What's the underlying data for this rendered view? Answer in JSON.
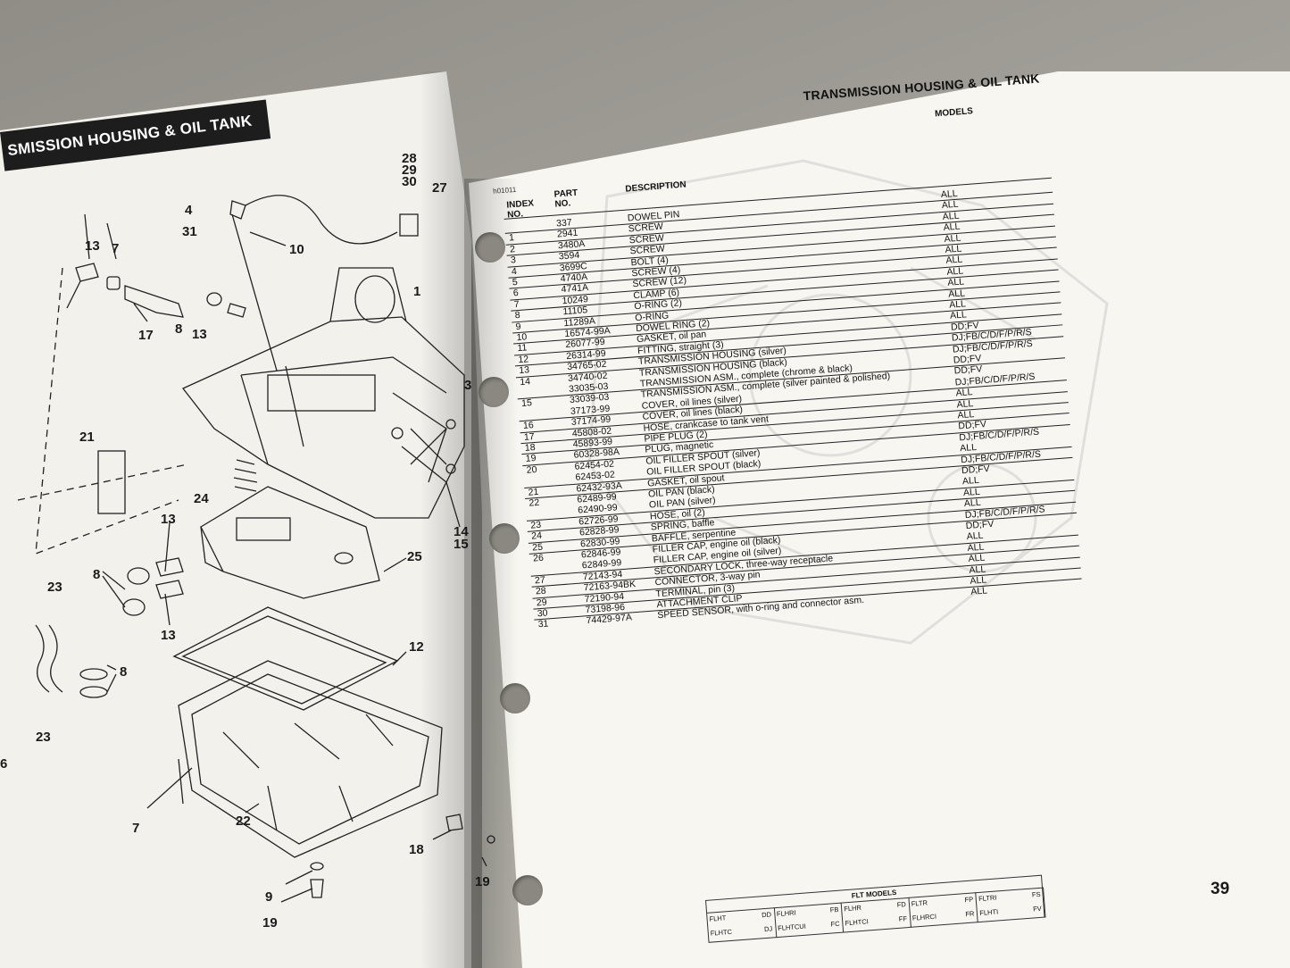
{
  "left_page": {
    "header": "SMISSION HOUSING & OIL TANK",
    "header_top": "TRANSMISSION HOUSING & OIL TANK",
    "callouts": [
      "28",
      "29",
      "30",
      "27",
      "4",
      "31",
      "10",
      "13",
      "7",
      "1",
      "17",
      "8",
      "13",
      "21",
      "24",
      "13",
      "8",
      "13",
      "23",
      "25",
      "12",
      "23",
      "8",
      "14",
      "15",
      "7",
      "22",
      "18",
      "9",
      "19",
      "19",
      "6",
      "3"
    ]
  },
  "right_page": {
    "title": "TRANSMISSION HOUSING & OIL TANK",
    "drawing_code": "h01011",
    "columns": {
      "index": "INDEX NO.",
      "part": "PART NO.",
      "description": "DESCRIPTION",
      "models": "MODELS"
    },
    "rows": [
      {
        "index": "",
        "part": "337",
        "desc": "DOWEL PIN",
        "models": "ALL"
      },
      {
        "index": "1",
        "part": "2941",
        "desc": "SCREW",
        "models": "ALL"
      },
      {
        "index": "2",
        "part": "3480A",
        "desc": "SCREW",
        "models": "ALL"
      },
      {
        "index": "3",
        "part": "3594",
        "desc": "SCREW",
        "models": "ALL"
      },
      {
        "index": "4",
        "part": "3699C",
        "desc": "BOLT (4)",
        "models": "ALL"
      },
      {
        "index": "5",
        "part": "4740A",
        "desc": "SCREW (4)",
        "models": "ALL"
      },
      {
        "index": "6",
        "part": "4741A",
        "desc": "SCREW (12)",
        "models": "ALL"
      },
      {
        "index": "7",
        "part": "10249",
        "desc": "CLAMP (6)",
        "models": "ALL"
      },
      {
        "index": "8",
        "part": "11105",
        "desc": "O-RING (2)",
        "models": "ALL"
      },
      {
        "index": "9",
        "part": "11289A",
        "desc": "O-RING",
        "models": "ALL"
      },
      {
        "index": "10",
        "part": "16574-99A",
        "desc": "DOWEL RING (2)",
        "models": "ALL"
      },
      {
        "index": "11",
        "part": "26077-99",
        "desc": "GASKET, oil pan",
        "models": "ALL"
      },
      {
        "index": "12",
        "part": "26314-99",
        "desc": "FITTING, straight (3)",
        "models": "DD;FV"
      },
      {
        "index": "13",
        "part": "34765-02",
        "desc": "TRANSMISSION HOUSING (silver)",
        "models": "DJ;FB/C/D/F/P/R/S"
      },
      {
        "index": "14",
        "part": "34740-02",
        "desc": "TRANSMISSION HOUSING (black)",
        "models": "DJ;FB/C/D/F/P/R/S"
      },
      {
        "index": "",
        "part": "33035-03",
        "desc": "TRANSMISSION ASM., complete (chrome & black)",
        "models": "DD;FV"
      },
      {
        "index": "15",
        "part": "33039-03",
        "desc": "TRANSMISSION ASM., complete (silver painted & polished)",
        "models": "DD;FV"
      },
      {
        "index": "",
        "part": "37173-99",
        "desc": "COVER, oil lines (silver)",
        "models": "DJ;FB/C/D/F/P/R/S"
      },
      {
        "index": "16",
        "part": "37174-99",
        "desc": "COVER, oil lines (black)",
        "models": "ALL"
      },
      {
        "index": "17",
        "part": "45808-02",
        "desc": "HOSE, crankcase to tank vent",
        "models": "ALL"
      },
      {
        "index": "18",
        "part": "45893-99",
        "desc": "PIPE PLUG (2)",
        "models": "ALL"
      },
      {
        "index": "19",
        "part": "60328-98A",
        "desc": "PLUG, magnetic",
        "models": "DD;FV"
      },
      {
        "index": "20",
        "part": "62454-02",
        "desc": "OIL FILLER SPOUT (silver)",
        "models": "DJ;FB/C/D/F/P/R/S"
      },
      {
        "index": "",
        "part": "62453-02",
        "desc": "OIL FILLER SPOUT (black)",
        "models": "ALL"
      },
      {
        "index": "21",
        "part": "62432-93A",
        "desc": "GASKET, oil spout",
        "models": "DJ;FB/C/D/F/P/R/S"
      },
      {
        "index": "22",
        "part": "62489-99",
        "desc": "OIL PAN (black)",
        "models": "DD;FV"
      },
      {
        "index": "",
        "part": "62490-99",
        "desc": "OIL PAN (silver)",
        "models": "ALL"
      },
      {
        "index": "23",
        "part": "62726-99",
        "desc": "HOSE, oil (2)",
        "models": "ALL"
      },
      {
        "index": "24",
        "part": "62828-99",
        "desc": "SPRING, baffle",
        "models": "ALL"
      },
      {
        "index": "25",
        "part": "62830-99",
        "desc": "BAFFLE, serpentine",
        "models": "DJ;FB/C/D/F/P/R/S"
      },
      {
        "index": "26",
        "part": "62846-99",
        "desc": "FILLER CAP, engine oil (black)",
        "models": "DD;FV"
      },
      {
        "index": "",
        "part": "62849-99",
        "desc": "FILLER CAP, engine oil (silver)",
        "models": "ALL"
      },
      {
        "index": "27",
        "part": "72143-94",
        "desc": "SECONDARY LOCK, three-way receptacle",
        "models": "ALL"
      },
      {
        "index": "28",
        "part": "72163-94BK",
        "desc": "CONNECTOR, 3-way pin",
        "models": "ALL"
      },
      {
        "index": "29",
        "part": "72190-94",
        "desc": "TERMINAL, pin (3)",
        "models": "ALL"
      },
      {
        "index": "30",
        "part": "73198-96",
        "desc": "ATTACHMENT CLIP",
        "models": "ALL"
      },
      {
        "index": "31",
        "part": "74429-97A",
        "desc": "SPEED SENSOR, with o-ring and connector asm.",
        "models": "ALL"
      }
    ],
    "page_number": "39",
    "flt_models": {
      "title": "FLT MODELS",
      "cells": [
        {
          "top": "FLHT",
          "code_top": "DD",
          "bottom": "FLHTC",
          "code_bottom": "DJ"
        },
        {
          "top": "FLHRI",
          "code_top": "FB",
          "bottom": "FLHTCUI",
          "code_bottom": "FC"
        },
        {
          "top": "FLHR",
          "code_top": "FD",
          "bottom": "FLHTCI",
          "code_bottom": "FF"
        },
        {
          "top": "FLTR",
          "code_top": "FP",
          "bottom": "FLHRCI",
          "code_bottom": "FR"
        },
        {
          "top": "FLTRI",
          "code_top": "FS",
          "bottom": "FLHTI",
          "code_bottom": "FV"
        }
      ]
    }
  }
}
